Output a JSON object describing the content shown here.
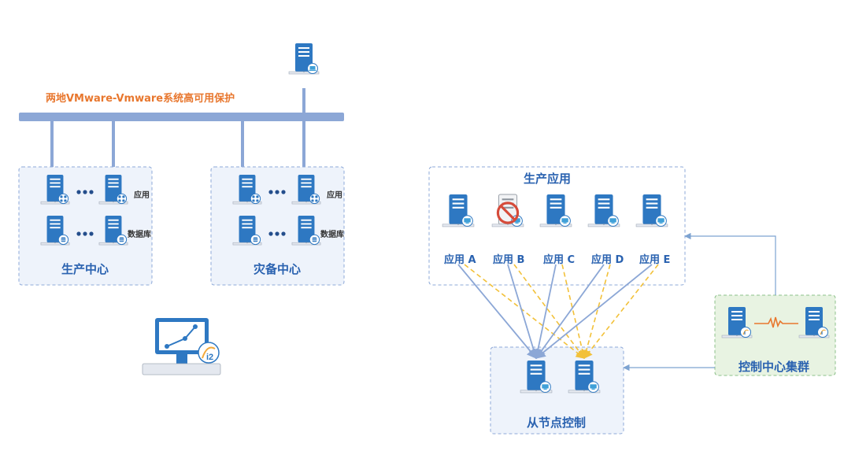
{
  "diagram": {
    "title": "两地VMware-Vmware系统高可用保护",
    "production_center": {
      "label": "生产中心",
      "role_app": "应用",
      "role_db": "数据库"
    },
    "dr_center": {
      "label": "灾备中心",
      "role_app": "应用",
      "role_db": "数据库"
    },
    "production_apps": {
      "label": "生产应用",
      "apps": [
        "应用 A",
        "应用 B",
        "应用 C",
        "应用 D",
        "应用 E"
      ],
      "failed_app": "应用 B"
    },
    "slave_control": {
      "label": "从节点控制"
    },
    "control_cluster": {
      "label": "控制中心集群"
    },
    "console_badge": "i2",
    "colors": {
      "server_blue": "#2E78C2",
      "bus": "#8CA7D6",
      "group_border": "#8EA9D8",
      "group_fill": "#EEF3FB",
      "cluster_border": "#8CC08A",
      "cluster_fill": "#E8F3E2",
      "title": "#E8772E",
      "label": "#2A62B0",
      "dashed_link": "#F2C13A",
      "error": "#D64B3A"
    }
  }
}
